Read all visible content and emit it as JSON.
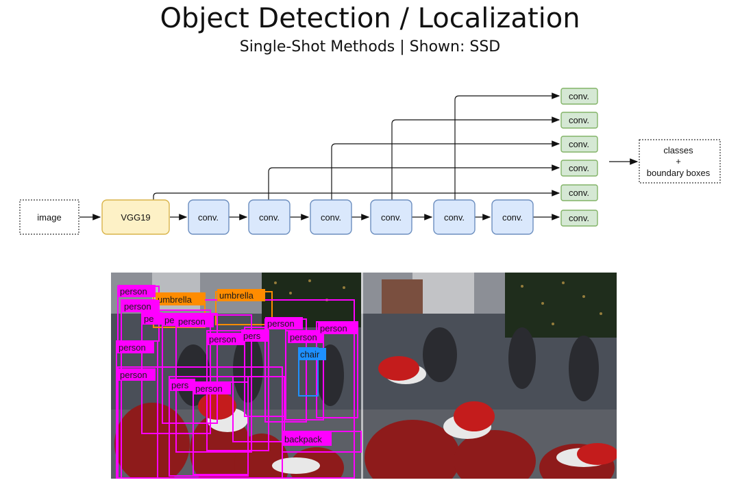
{
  "header": {
    "title": "Object Detection / Localization",
    "subtitle": "Single-Shot Methods | Shown: SSD"
  },
  "diagram": {
    "input_label": "image",
    "backbone_label": "VGG19",
    "conv_label": "conv.",
    "output_label_line1": "classes",
    "output_label_line2": "+",
    "output_label_line3": "boundary boxes"
  },
  "detections": [
    {
      "label": "person"
    },
    {
      "label": "umbrella"
    },
    {
      "label": "umbrella"
    },
    {
      "label": "person"
    },
    {
      "label": "pe"
    },
    {
      "label": "pe"
    },
    {
      "label": "person"
    },
    {
      "label": "person"
    },
    {
      "label": "pers"
    },
    {
      "label": "person"
    },
    {
      "label": "person"
    },
    {
      "label": "person"
    },
    {
      "label": "chair"
    },
    {
      "label": "person"
    },
    {
      "label": "pers"
    },
    {
      "label": "person"
    },
    {
      "label": "person"
    },
    {
      "label": "backpack"
    }
  ],
  "colors": {
    "backbone_fill": "#fdf1c6",
    "backbone_stroke": "#d9b44a",
    "conv_fill": "#dae8fc",
    "conv_stroke": "#6c8ebf",
    "head_fill": "#d5e8d4",
    "head_stroke": "#82b366",
    "person_box": "#ff00ff",
    "umbrella_box": "#ff8c00",
    "chair_box": "#1e90ff"
  }
}
